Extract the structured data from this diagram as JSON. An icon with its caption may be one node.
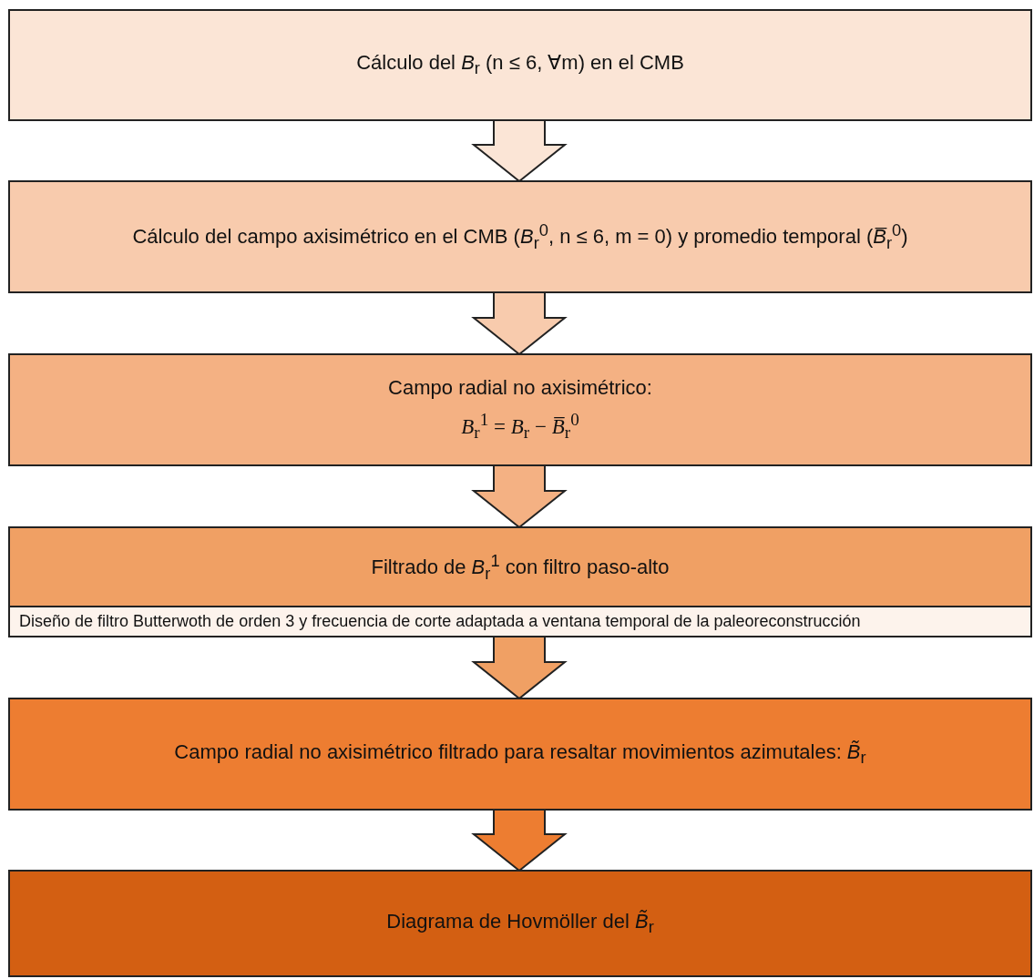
{
  "diagram": {
    "nodes": [
      {
        "text": [
          "Cálculo del *B*$_{r}$ (n ≤ 6, ∀m) en el CMB"
        ]
      },
      {
        "text": [
          "Cálculo del campo axisimétrico en el CMB (*B*$_{r}$$^{0}$, n ≤ 6, m = 0) y promedio temporal (*B̅*$_{r}$$^{0}$)"
        ]
      },
      {
        "text": [
          "Campo radial no axisimétrico:",
          "*B*$_{r}$$^{1}$ = *B*$_{r}$ − *B̅*$_{r}$$^{0}$"
        ]
      },
      {
        "text": [
          "Filtrado de *B*$_{r}$$^{1}$ con filtro paso-alto",
          "Diseño de filtro Butterwoth de orden 3 y frecuencia de corte adaptada a ventana temporal de la paleoreconstrucción"
        ]
      },
      {
        "text": [
          "Campo radial no axisimétrico filtrado para resaltar movimientos azimutales: *B̃*$_{r}$"
        ]
      },
      {
        "text": [
          "Diagrama de Hovmöller del *B̃*$_{r}$"
        ]
      }
    ],
    "edges": [
      {
        "from": 0,
        "to": 1,
        "arrow": "to"
      },
      {
        "from": 1,
        "to": 2,
        "arrow": "to"
      },
      {
        "from": 2,
        "to": 3,
        "arrow": "to"
      },
      {
        "from": 3,
        "to": 4,
        "arrow": "to"
      },
      {
        "from": 4,
        "to": 5,
        "arrow": "to"
      }
    ]
  }
}
